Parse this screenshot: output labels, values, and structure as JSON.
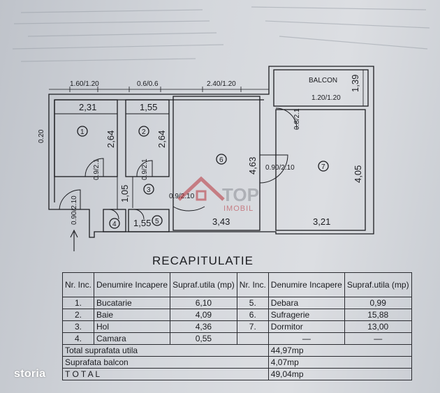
{
  "plan": {
    "top_dims": [
      "1.60/1.20",
      "0.6/0.6",
      "2.40/1.20"
    ],
    "left_dim": "0.20",
    "balcony_label": "BALCON",
    "balcony_depth": "1,39",
    "balcony_door": "1.20/1.20",
    "rooms": {
      "r1": {
        "num": "1",
        "width": "2,31",
        "height": "2,64"
      },
      "r2": {
        "num": "2",
        "width": "1,55",
        "height": "2,64"
      },
      "r3": {
        "num": "3",
        "height": "1,05"
      },
      "r4": {
        "num": "4"
      },
      "r5": {
        "num": "5",
        "width": "1,55"
      },
      "r6": {
        "num": "6",
        "width": "3,43",
        "height": "4,63"
      },
      "r7": {
        "num": "7",
        "width": "3,21",
        "height": "4,05"
      }
    },
    "doors": {
      "d_entry": "0.90/2.10",
      "d1": "0.9/2.1",
      "d2": "0.9/2.1",
      "d6": "0.9/2.10",
      "d7": "0.90/2.10",
      "d_balcon": "0.8/2.1"
    },
    "watermark": {
      "main": "TOP",
      "sub": "IMOBIL"
    }
  },
  "recap": {
    "title": "RECAPITULATIE",
    "headers": {
      "nr": "Nr. Inc.",
      "name": "Denumire Incapere",
      "area": "Supraf.utila (mp)"
    },
    "left_rows": [
      {
        "nr": "1.",
        "name": "Bucatarie",
        "area": "6,10"
      },
      {
        "nr": "2.",
        "name": "Baie",
        "area": "4,09"
      },
      {
        "nr": "3.",
        "name": "Hol",
        "area": "4,36"
      },
      {
        "nr": "4.",
        "name": "Camara",
        "area": "0,55"
      }
    ],
    "right_rows": [
      {
        "nr": "5.",
        "name": "Debara",
        "area": "0,99"
      },
      {
        "nr": "6.",
        "name": "Sufragerie",
        "area": "15,88"
      },
      {
        "nr": "7.",
        "name": "Dormitor",
        "area": "13,00"
      },
      {
        "nr": "",
        "name": "—",
        "area": "—"
      }
    ],
    "totals": [
      {
        "label": "Total suprafata utila",
        "value": "44,97mp"
      },
      {
        "label": "Suprafata balcon",
        "value": "4,07mp"
      },
      {
        "label": "T O T A L",
        "value": "49,04mp"
      }
    ]
  },
  "brand": {
    "name": "storia"
  },
  "colors": {
    "ink": "#1b1c20",
    "watermark_red": "#b8323a",
    "watermark_gray": "#8c8f96"
  }
}
